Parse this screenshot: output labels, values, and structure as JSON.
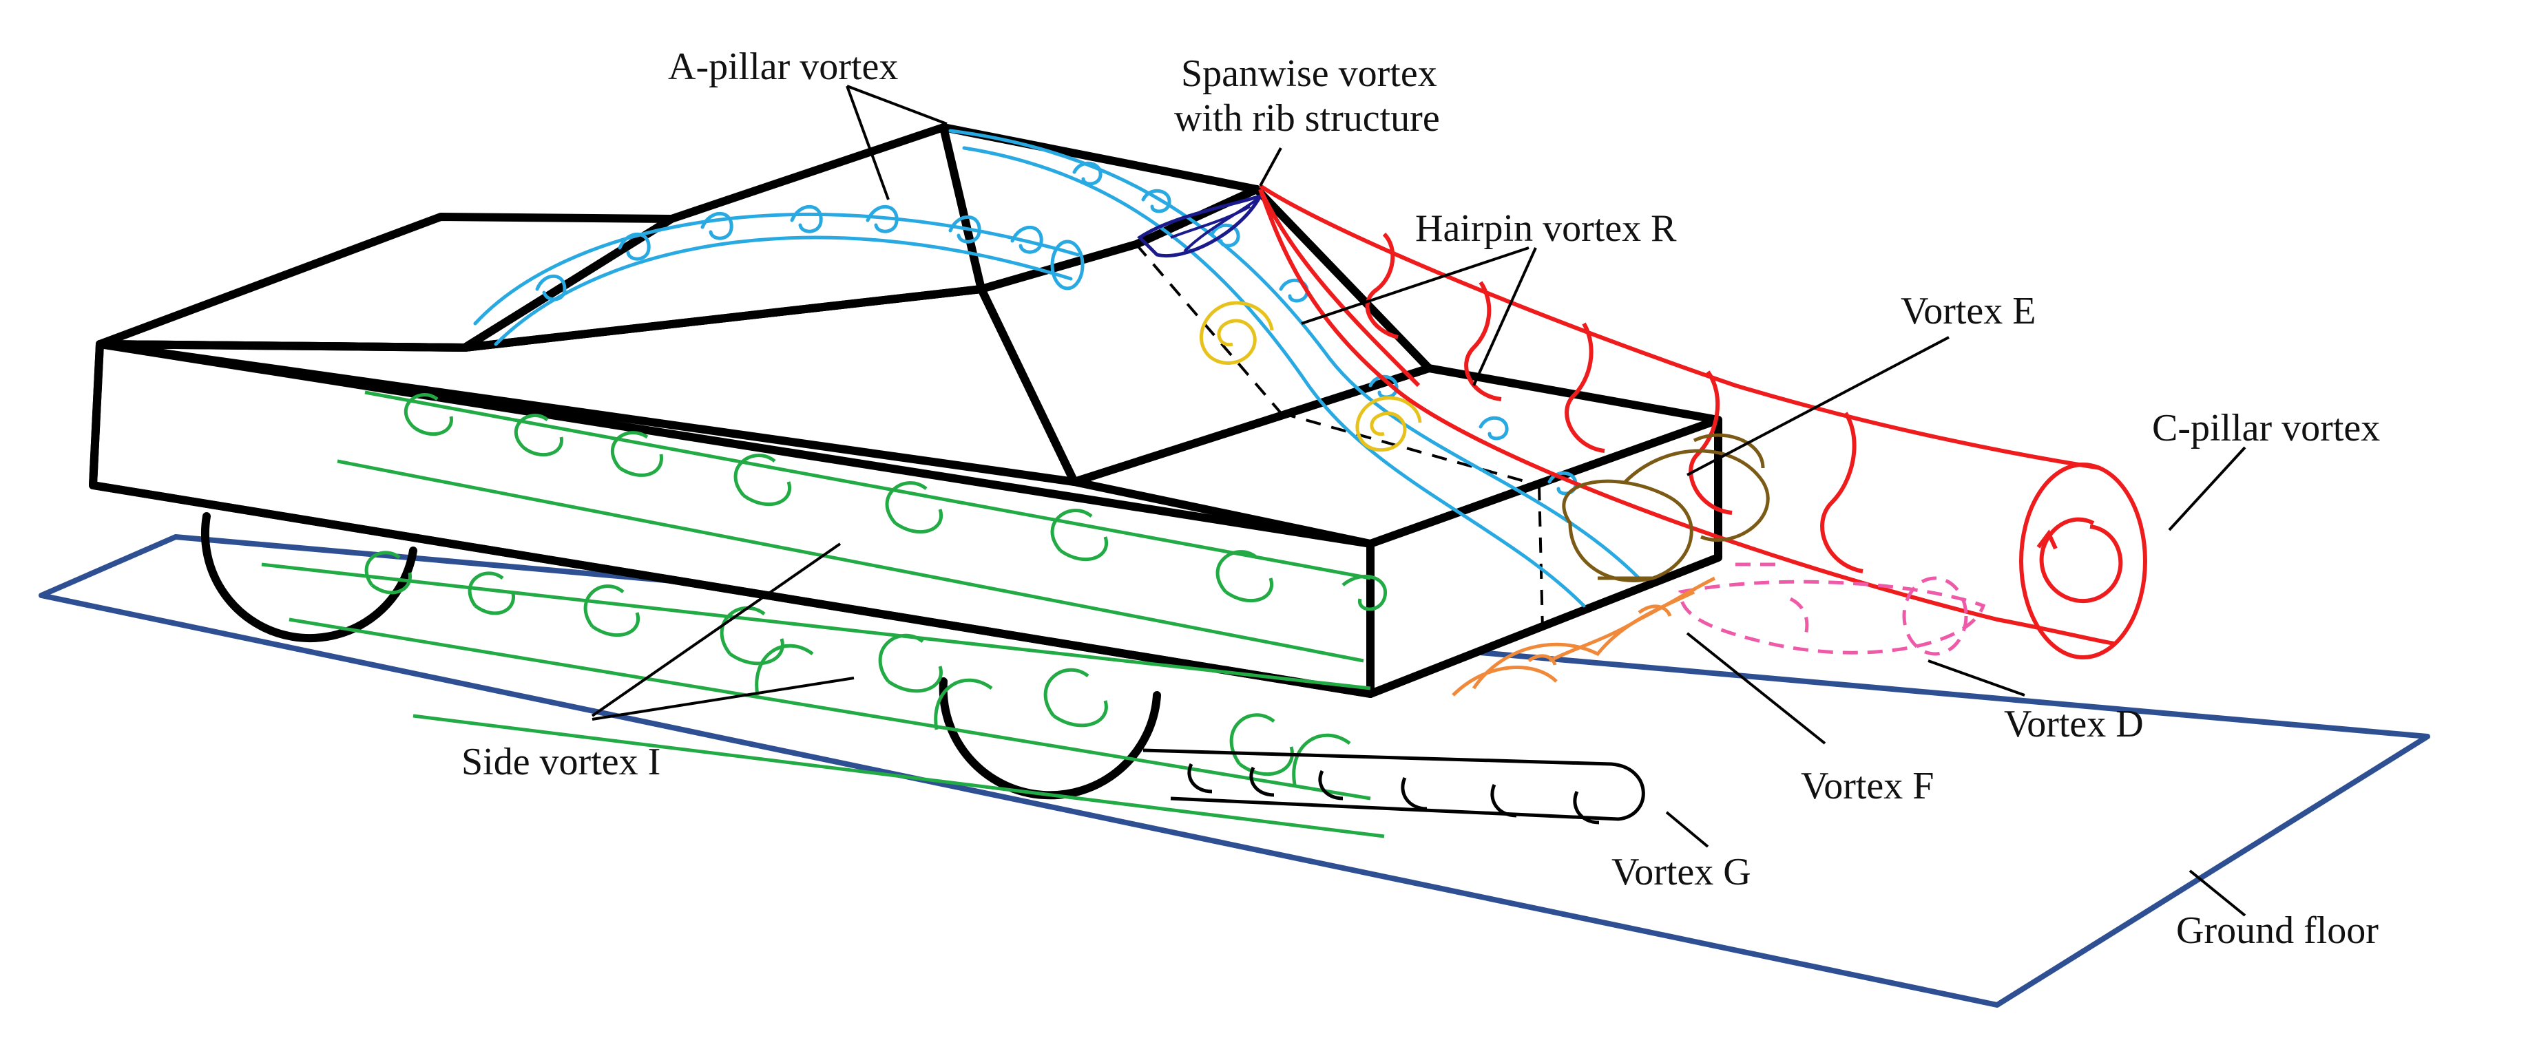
{
  "labels": {
    "a_pillar": "A-pillar vortex",
    "spanwise_line1": "Spanwise vortex",
    "spanwise_line2": "with rib structure",
    "hairpin": "Hairpin vortex R",
    "vortex_e": "Vortex E",
    "c_pillar": "C-pillar vortex",
    "vortex_d": "Vortex D",
    "vortex_f": "Vortex F",
    "vortex_g": "Vortex G",
    "side_vortex": "Side vortex I",
    "ground_floor": "Ground floor"
  },
  "colors": {
    "car_outline": "#000000",
    "ground_floor": "#2f4f93",
    "a_pillar_vortex": "#29a9e1",
    "spanwise_vortex": "#1a1a8c",
    "hairpin_vortex": "#e8c21c",
    "c_pillar_vortex": "#ee1c1c",
    "side_vortex": "#22aa44",
    "vortex_d": "#ee5aa8",
    "vortex_e": "#7a5a14",
    "vortex_f": "#f08a3a",
    "vortex_g": "#000000"
  }
}
